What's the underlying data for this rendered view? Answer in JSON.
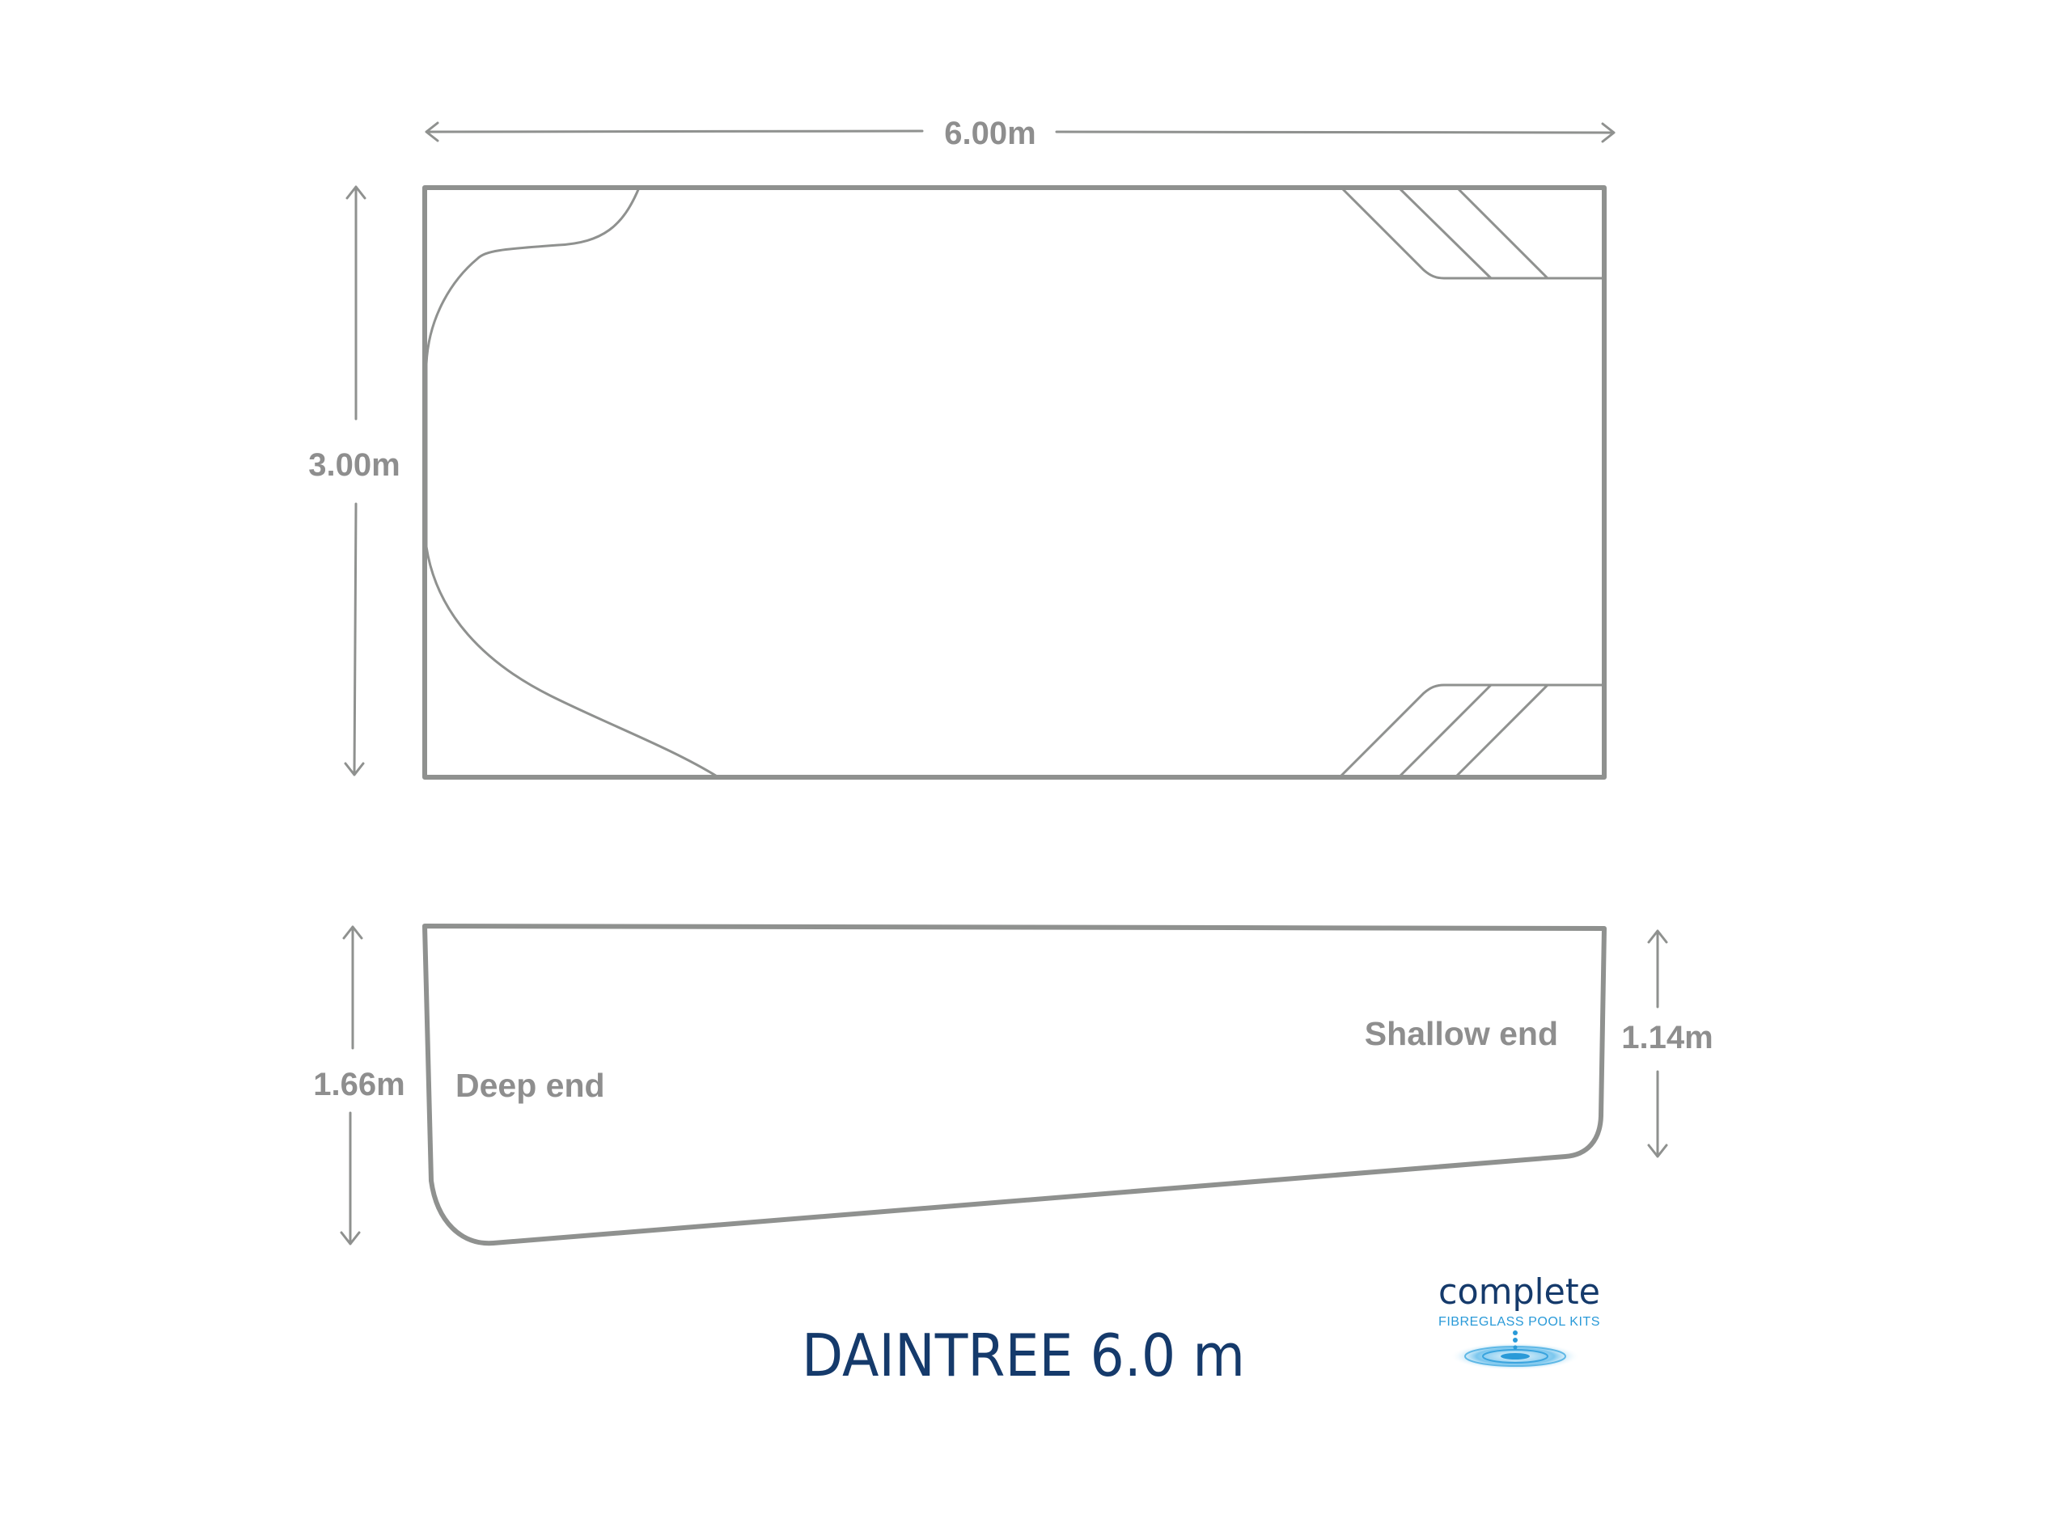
{
  "plan_view": {
    "length_label": "6.00m",
    "width_label": "3.00m"
  },
  "section_view": {
    "deep_depth_label": "1.66m",
    "shallow_depth_label": "1.14m",
    "deep_end_label": "Deep end",
    "shallow_end_label": "Shallow end"
  },
  "title": "DAINTREE 6.0 m",
  "logo": {
    "name": "complete",
    "tagline": "FIBREGLASS POOL KITS",
    "icon": "water-ripple-icon"
  },
  "colors": {
    "line": "#8f918f",
    "label": "#8e8e8e",
    "title": "#153a6b",
    "logo_accent": "#2a9ad8"
  }
}
